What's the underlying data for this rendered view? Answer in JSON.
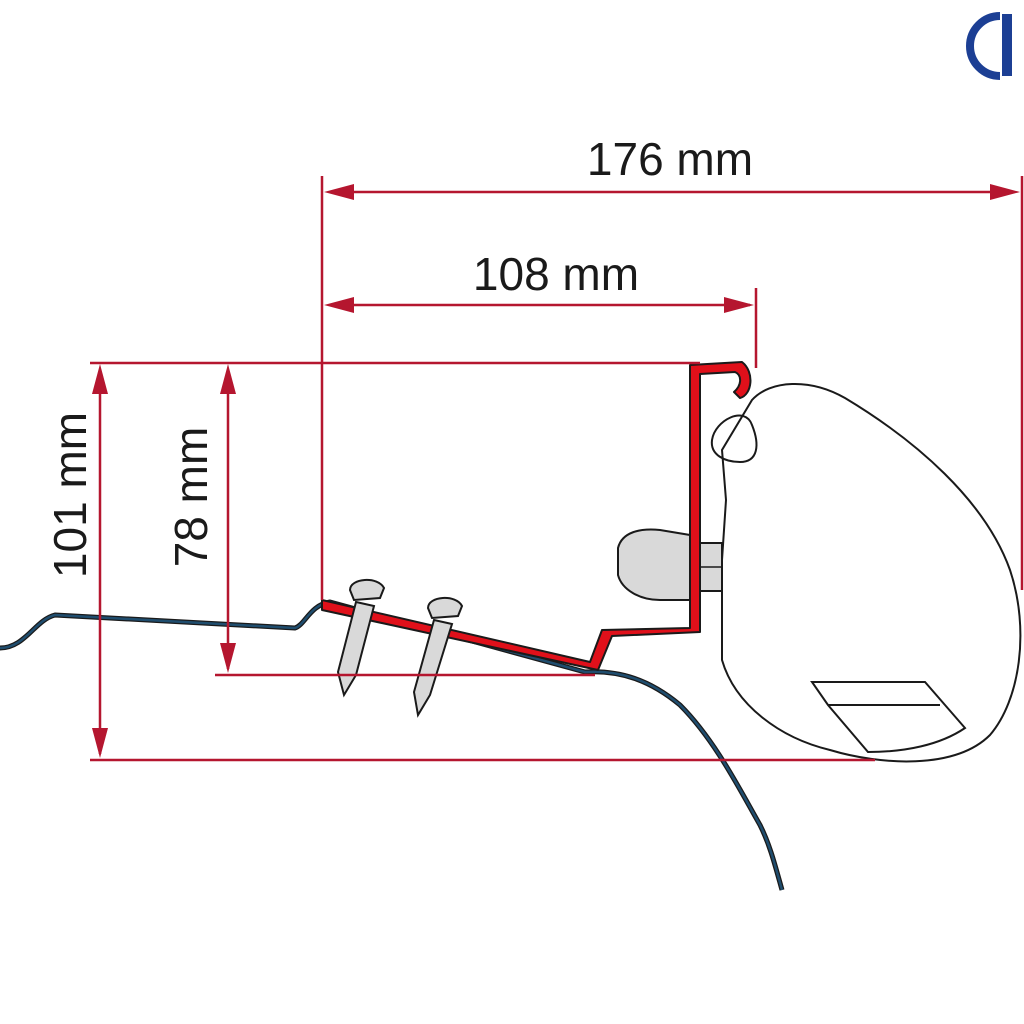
{
  "dimensions": {
    "width_overall": "176 mm",
    "width_bracket": "108 mm",
    "height_overall": "101 mm",
    "height_bracket": "78 mm"
  },
  "colors": {
    "dimension_lines": "#b5162f",
    "bracket_fill": "#e0101a",
    "vehicle_roof_line": "#1f4d6e",
    "awning_fill": "#ffffff",
    "outline": "#1a1a1a",
    "logo": "#1c3f94"
  },
  "icons": [
    "brand-logo-icon",
    "screw-icon",
    "bolt-icon"
  ]
}
